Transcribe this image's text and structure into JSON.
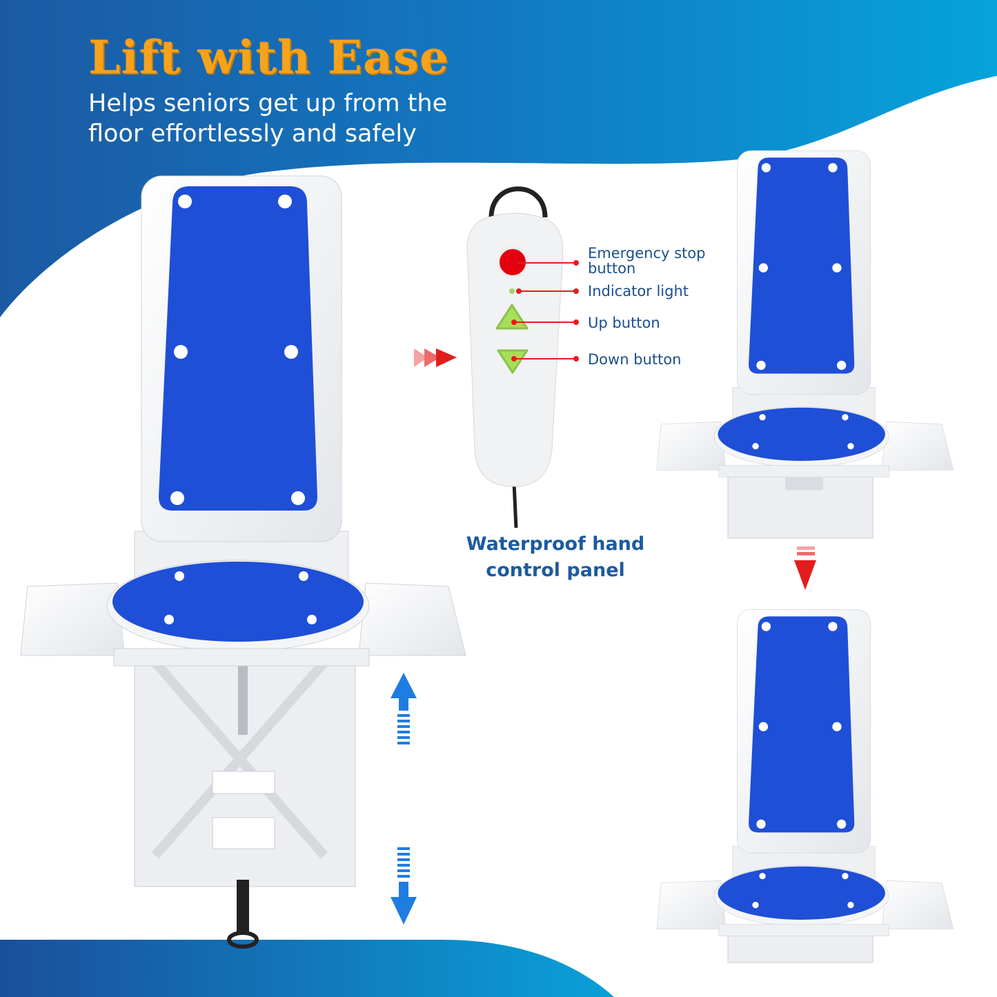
{
  "header": {
    "title": "Lift with Ease",
    "subtitle": "Helps seniors get up from the floor effortlessly and safely"
  },
  "remote": {
    "callouts": [
      {
        "label": "Emergency stop button"
      },
      {
        "label": "Indicator light"
      },
      {
        "label": "Up button"
      },
      {
        "label": "Down button"
      }
    ],
    "caption_line1": "Waterproof hand",
    "caption_line2": "control panel"
  },
  "colors": {
    "brand_blue": "#1f5fb0",
    "accent_orange": "#f7a21b",
    "seat_blue": "#1f4fd6",
    "stop_red": "#e3000f",
    "button_green": "#a6e05a"
  }
}
